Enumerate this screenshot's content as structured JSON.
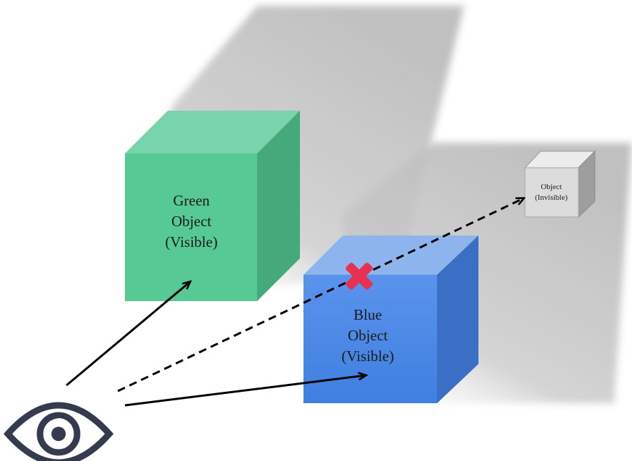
{
  "diagram": {
    "objects": [
      {
        "id": "green",
        "line1": "Green",
        "line2": "Object",
        "line3": "(Visible)",
        "visible": true,
        "color": "#56c994"
      },
      {
        "id": "blue",
        "line1": "Blue",
        "line2": "Object",
        "line3": "(Visible)",
        "visible": true,
        "color": "#4f8ae6"
      },
      {
        "id": "far",
        "line1": "Object",
        "line2": "(Invisible)",
        "visible": false,
        "color": "#d9d9d9"
      }
    ],
    "rays": [
      {
        "from": "eye",
        "to": "green",
        "style": "solid"
      },
      {
        "from": "eye",
        "to": "blue",
        "style": "solid"
      },
      {
        "from": "eye",
        "to": "far",
        "style": "dashed",
        "blocked_by": "blue"
      }
    ],
    "occlusion_marker": {
      "symbol": "cross",
      "color": "#e8304f"
    },
    "viewer": {
      "icon": "eye-icon",
      "color": "#353b4f"
    }
  }
}
